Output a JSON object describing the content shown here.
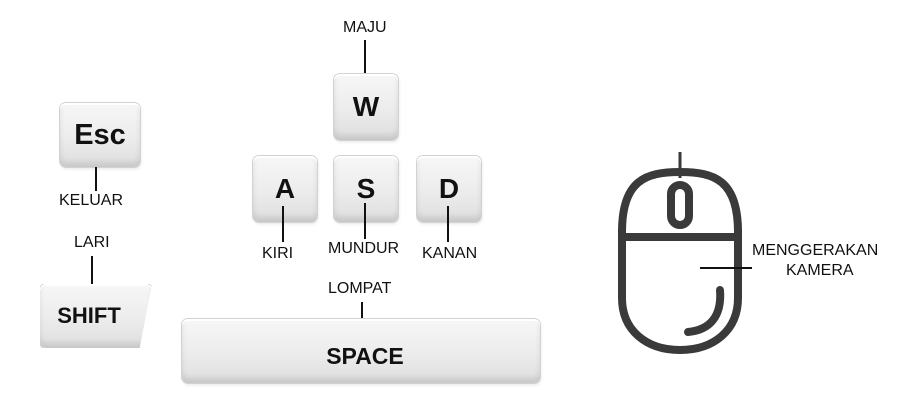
{
  "keys": {
    "esc": "Esc",
    "w": "W",
    "a": "A",
    "s": "S",
    "d": "D",
    "shift": "SHIFT",
    "space": "SPACE"
  },
  "labels": {
    "esc": "KELUAR",
    "shift": "LARI",
    "w": "MAJU",
    "a": "KIRI",
    "s": "MUNDUR",
    "d": "KANAN",
    "space": "LOMPAT",
    "mouse_line1": "MENGGERAKAN",
    "mouse_line2": "KAMERA"
  },
  "colors": {
    "ink": "#111111",
    "mouse_stroke": "#3a3a3a",
    "key_face": "#ececec"
  },
  "icons": {
    "mouse": "mouse-icon"
  }
}
